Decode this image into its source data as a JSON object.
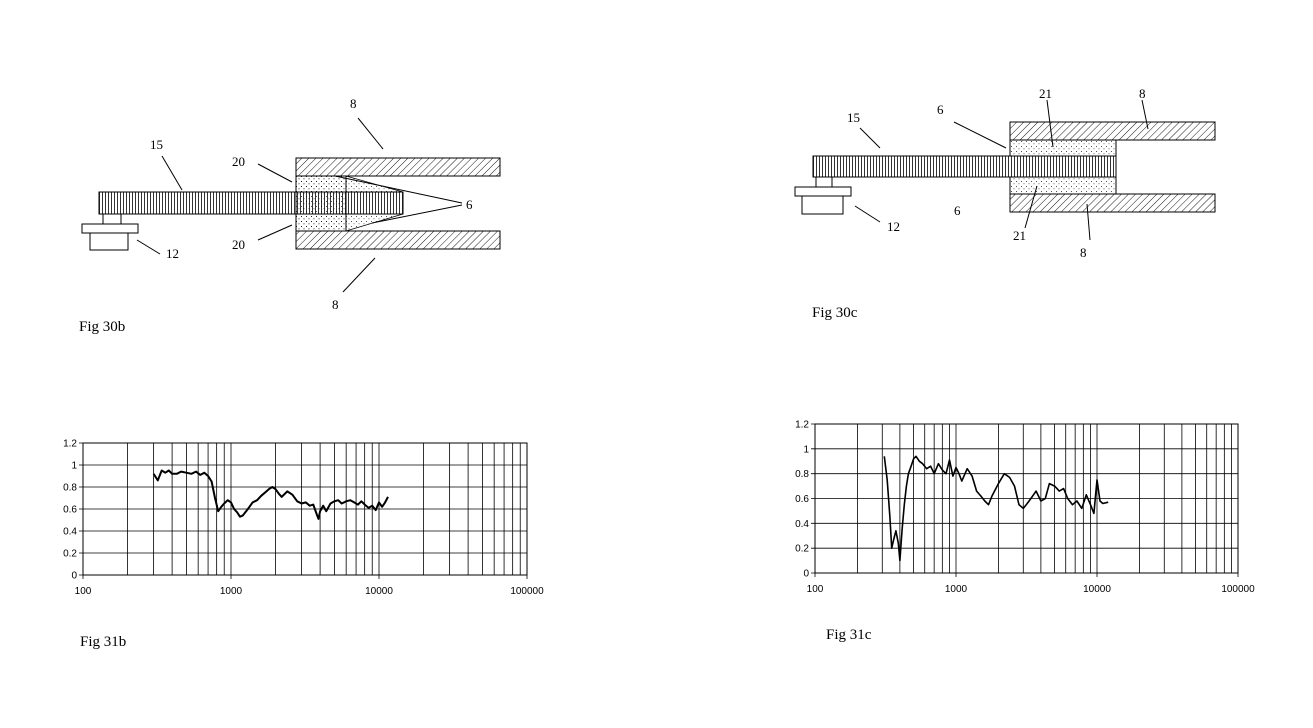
{
  "figures": {
    "fig30b": {
      "caption": "Fig 30b",
      "labels": {
        "top8": "8",
        "l15": "15",
        "l20a": "20",
        "l6": "6",
        "l20b": "20",
        "l12": "12",
        "bot8": "8"
      }
    },
    "fig30c": {
      "caption": "Fig 30c",
      "labels": {
        "l21a": "21",
        "top8": "8",
        "l6a": "6",
        "l15": "15",
        "l12": "12",
        "l6b": "6",
        "l21b": "21",
        "bot8": "8"
      }
    },
    "fig31b": {
      "caption": "Fig 31b"
    },
    "fig31c": {
      "caption": "Fig 31c"
    }
  },
  "chart_data": [
    {
      "type": "line",
      "x_scale": "log",
      "xlim": [
        100,
        100000
      ],
      "ylim": [
        0,
        1.2
      ],
      "x_ticks": [
        "100",
        "1000",
        "10000",
        "100000"
      ],
      "y_ticks": [
        "0",
        "0.2",
        "0.4",
        "0.6",
        "0.8",
        "1",
        "1.2"
      ],
      "grid": true,
      "series": [
        {
          "x": [
            300,
            320,
            340,
            360,
            380,
            400,
            430,
            460,
            500,
            540,
            580,
            620,
            660,
            700,
            740,
            780,
            820,
            860,
            900,
            950,
            1000,
            1050,
            1100,
            1150,
            1200,
            1300,
            1400,
            1500,
            1600,
            1700,
            1800,
            1900,
            2000,
            2100,
            2200,
            2400,
            2600,
            2800,
            3000,
            3200,
            3400,
            3600,
            3800,
            3900,
            4000,
            4200,
            4400,
            4700,
            5000,
            5300,
            5600,
            6000,
            6400,
            6800,
            7200,
            7600,
            8000,
            8500,
            9000,
            9500,
            10000,
            10500,
            11000,
            11500
          ],
          "y": [
            0.92,
            0.86,
            0.95,
            0.93,
            0.95,
            0.92,
            0.92,
            0.94,
            0.93,
            0.92,
            0.94,
            0.91,
            0.93,
            0.9,
            0.85,
            0.7,
            0.58,
            0.62,
            0.65,
            0.68,
            0.66,
            0.6,
            0.57,
            0.53,
            0.54,
            0.6,
            0.66,
            0.68,
            0.72,
            0.75,
            0.78,
            0.8,
            0.78,
            0.74,
            0.71,
            0.76,
            0.73,
            0.67,
            0.65,
            0.66,
            0.63,
            0.64,
            0.55,
            0.51,
            0.58,
            0.63,
            0.58,
            0.65,
            0.67,
            0.68,
            0.65,
            0.67,
            0.68,
            0.66,
            0.64,
            0.67,
            0.64,
            0.61,
            0.63,
            0.59,
            0.66,
            0.62,
            0.66,
            0.71
          ]
        }
      ]
    },
    {
      "type": "line",
      "x_scale": "log",
      "xlim": [
        100,
        100000
      ],
      "ylim": [
        0,
        1.2
      ],
      "x_ticks": [
        "100",
        "1000",
        "10000",
        "100000"
      ],
      "y_ticks": [
        "0",
        "0.2",
        "0.4",
        "0.6",
        "0.8",
        "1",
        "1.2"
      ],
      "grid": true,
      "series": [
        {
          "x": [
            310,
            325,
            340,
            350,
            360,
            375,
            390,
            400,
            415,
            430,
            445,
            460,
            480,
            500,
            520,
            550,
            580,
            620,
            660,
            700,
            750,
            800,
            850,
            900,
            950,
            1000,
            1050,
            1100,
            1200,
            1300,
            1400,
            1500,
            1600,
            1700,
            1800,
            2000,
            2200,
            2400,
            2600,
            2800,
            3000,
            3200,
            3400,
            3700,
            4000,
            4300,
            4600,
            5000,
            5400,
            5800,
            6200,
            6700,
            7200,
            7800,
            8400,
            9000,
            9500,
            10000,
            10500,
            11000,
            12000
          ],
          "y": [
            0.94,
            0.75,
            0.45,
            0.2,
            0.26,
            0.34,
            0.24,
            0.1,
            0.35,
            0.55,
            0.7,
            0.8,
            0.86,
            0.92,
            0.94,
            0.9,
            0.88,
            0.84,
            0.86,
            0.8,
            0.88,
            0.83,
            0.8,
            0.91,
            0.78,
            0.85,
            0.8,
            0.74,
            0.84,
            0.78,
            0.66,
            0.62,
            0.58,
            0.55,
            0.62,
            0.72,
            0.8,
            0.77,
            0.7,
            0.55,
            0.52,
            0.56,
            0.6,
            0.66,
            0.58,
            0.6,
            0.72,
            0.7,
            0.66,
            0.68,
            0.6,
            0.55,
            0.58,
            0.52,
            0.63,
            0.55,
            0.48,
            0.75,
            0.58,
            0.56,
            0.57
          ]
        }
      ]
    }
  ]
}
